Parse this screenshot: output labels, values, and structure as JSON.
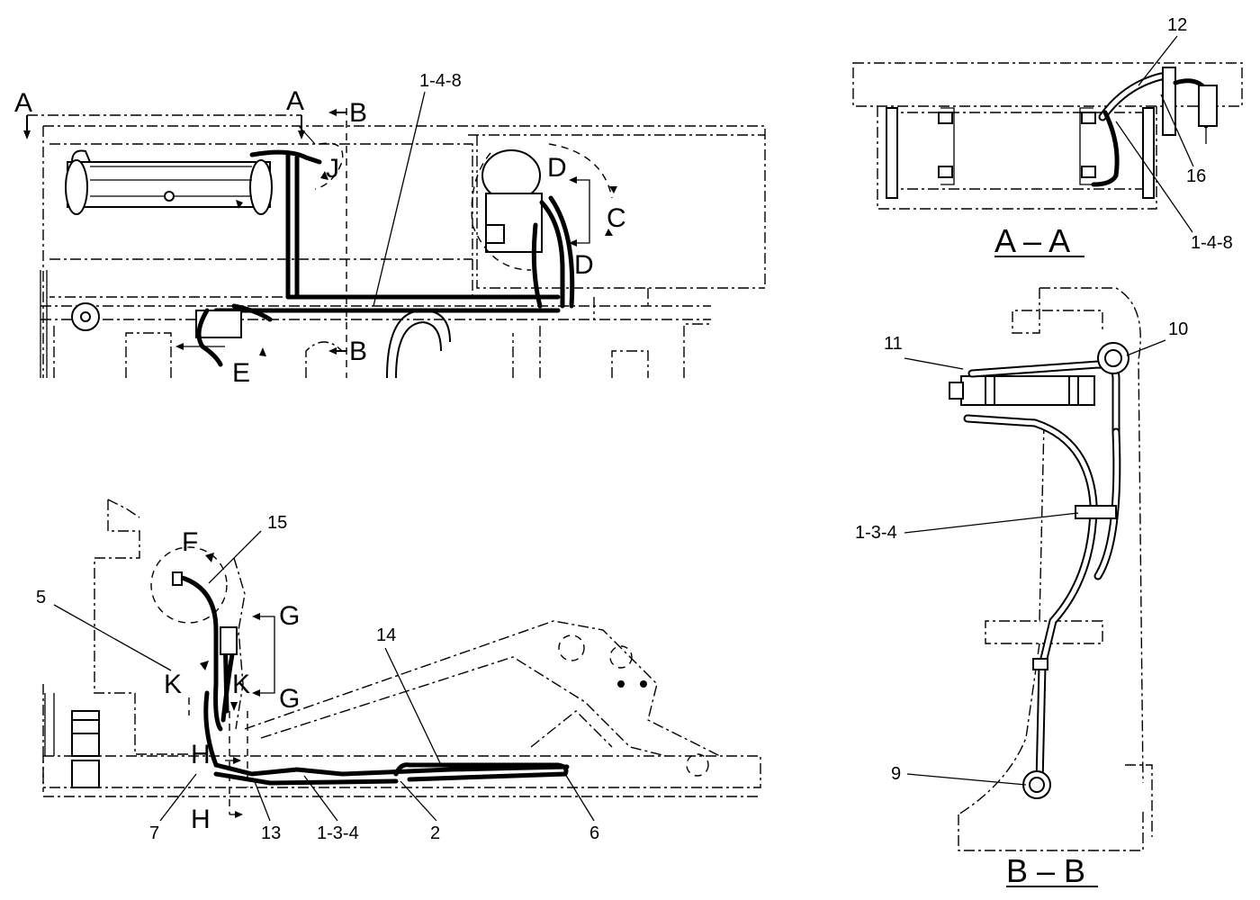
{
  "view_markers": {
    "a_left": "A",
    "a_right": "A",
    "b_top": "B",
    "b_bottom": "B",
    "c": "C",
    "d_top": "D",
    "d_bottom": "D",
    "e": "E",
    "f": "F",
    "g_top": "G",
    "g_bottom": "G",
    "h_top": "H",
    "h_bottom": "H",
    "j": "J",
    "k_left": "K",
    "k_right": "K"
  },
  "part_numbers": {
    "top_view_1_4_8": "1-4-8",
    "aa_12": "12",
    "aa_16": "16",
    "aa_1_4_8": "1-4-8",
    "bb_10": "10",
    "bb_11": "11",
    "bb_1_3_4": "1-3-4",
    "bb_9": "9",
    "side_15": "15",
    "side_5": "5",
    "side_14": "14",
    "side_7": "7",
    "side_13": "13",
    "side_1_3_4": "1-3-4",
    "side_2": "2",
    "side_6": "6"
  },
  "section_titles": {
    "aa": "A – A",
    "bb": "B – B"
  }
}
